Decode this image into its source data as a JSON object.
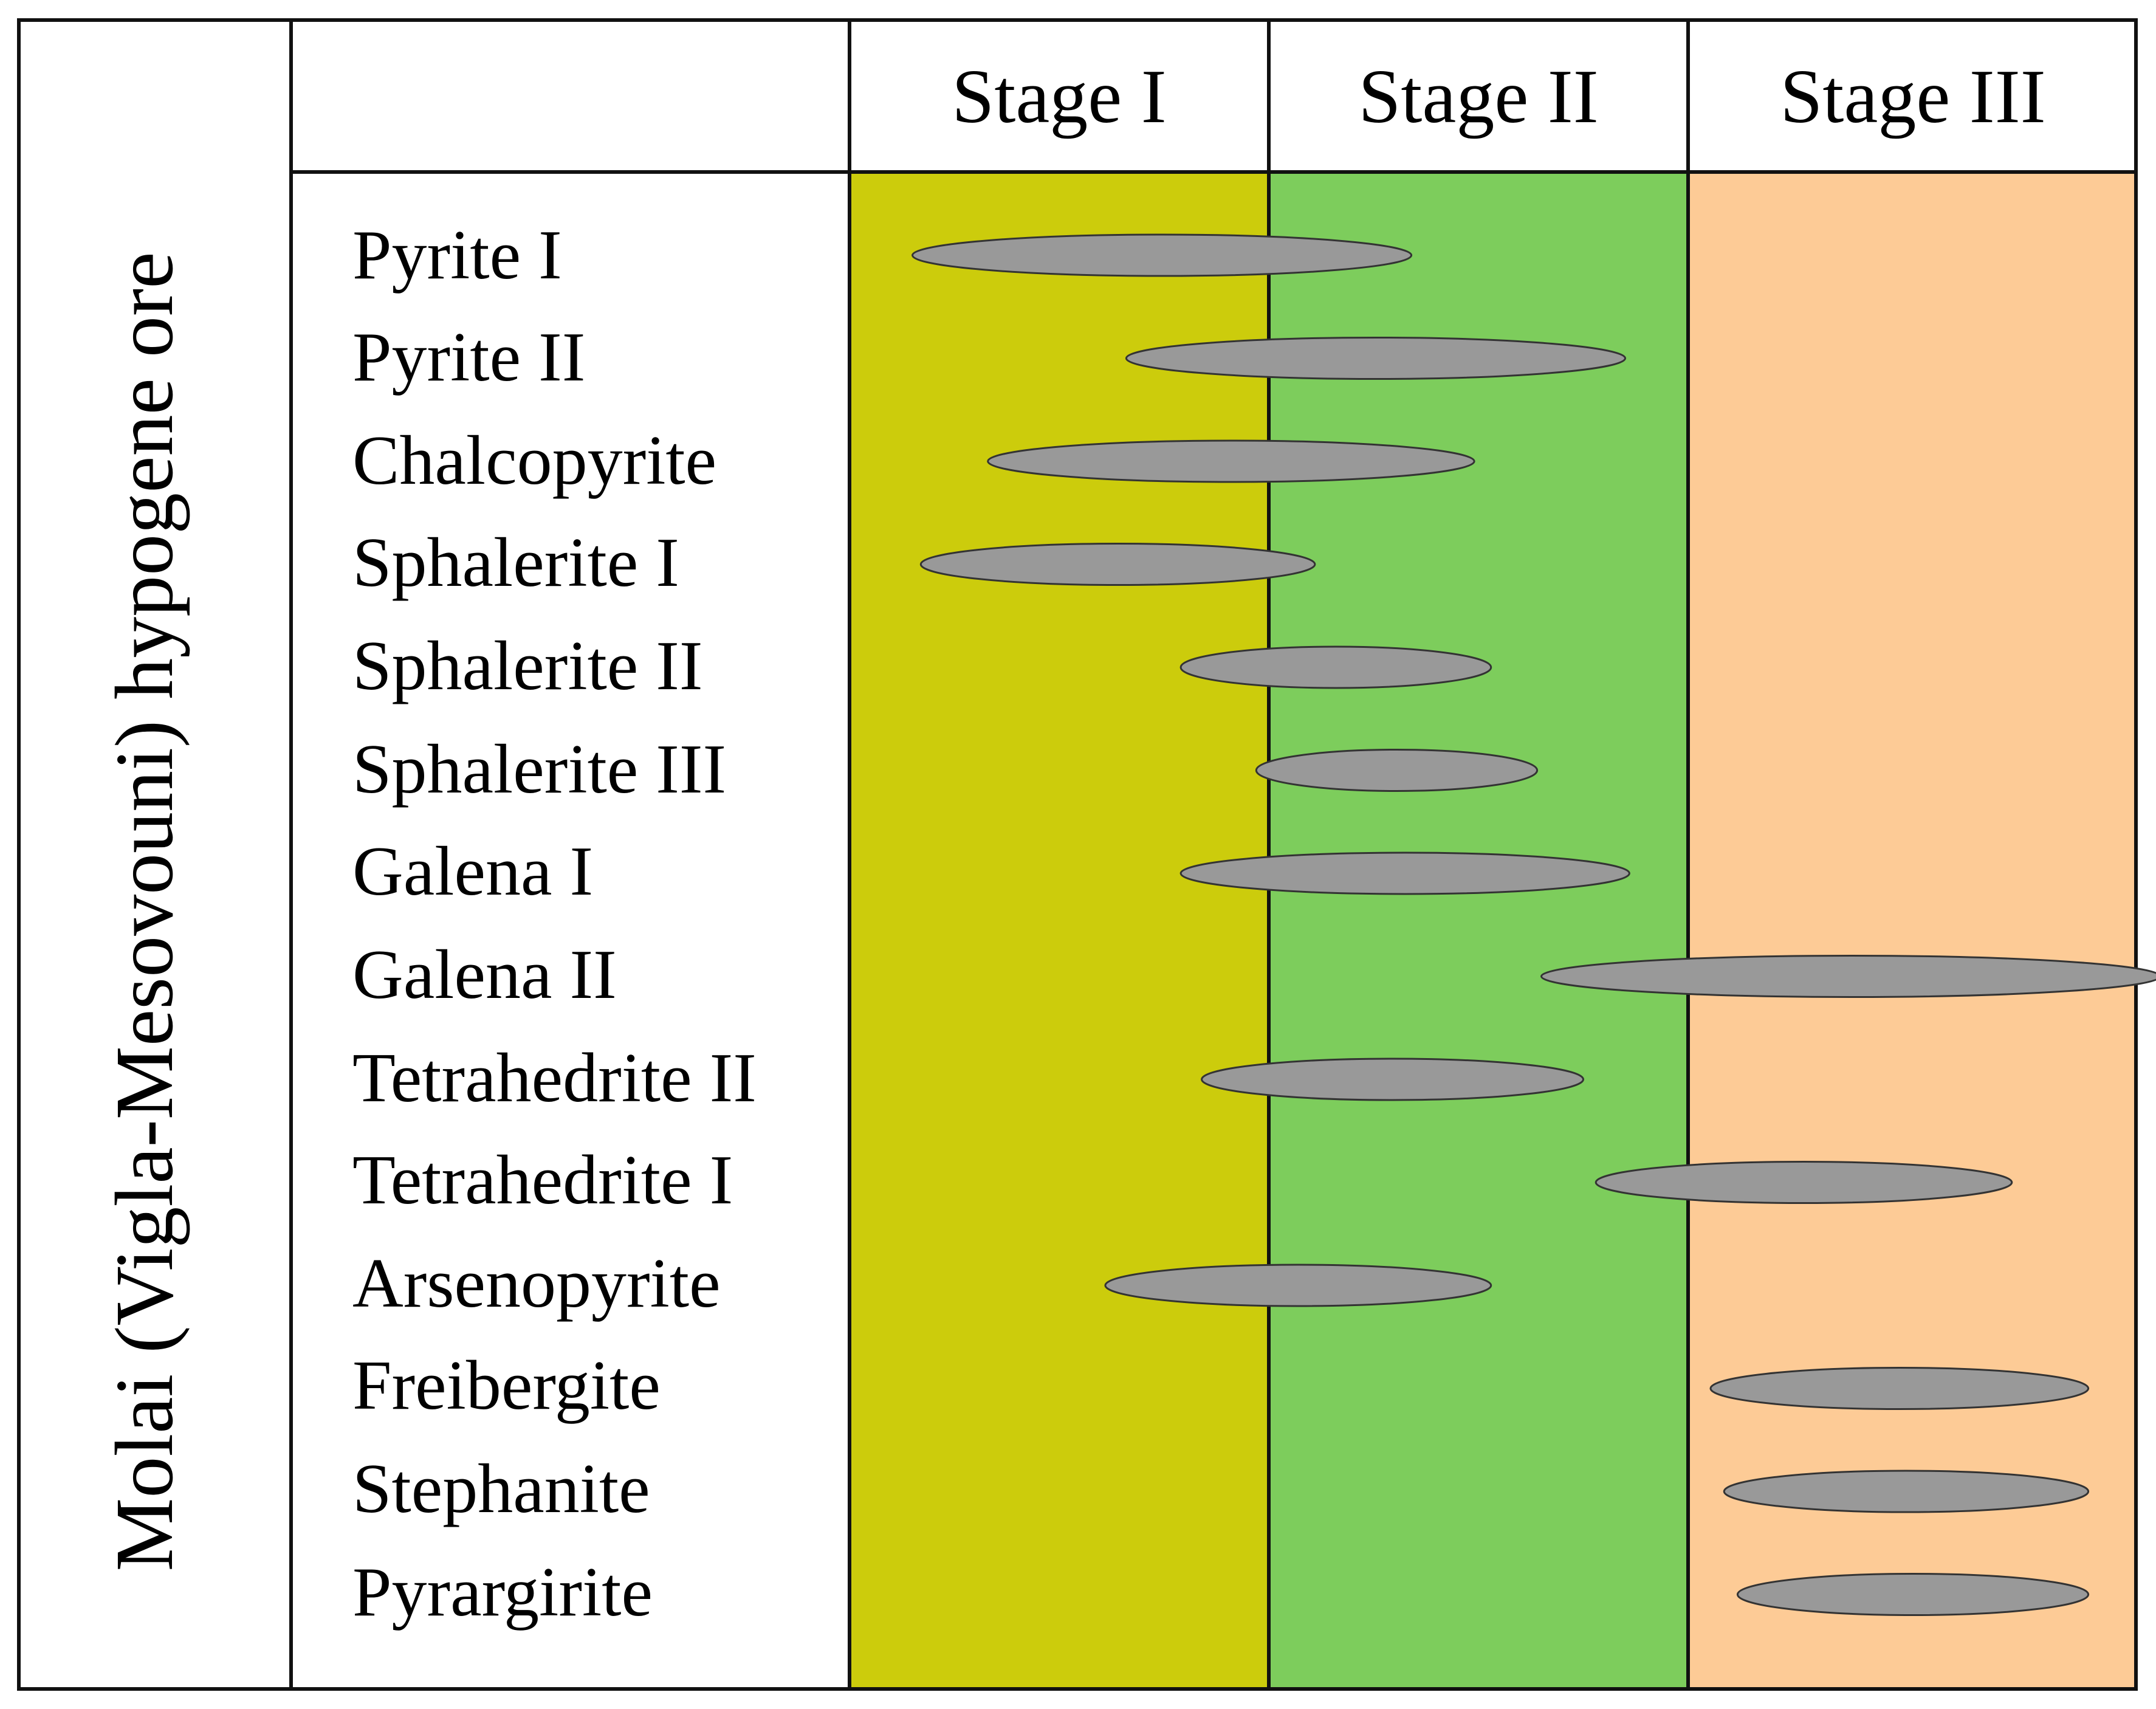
{
  "title": "Molai (Vigla-Mesovouni) hypogene ore",
  "stages": [
    {
      "label": "Stage I",
      "color": "#cccc0c"
    },
    {
      "label": "Stage II",
      "color": "#7dcd5c"
    },
    {
      "label": "Stage III",
      "color": "#fdcb96"
    }
  ],
  "bar_color": "#999999",
  "minerals": [
    {
      "name": "Pyrite I",
      "start": 0.15,
      "end": 1.34
    },
    {
      "name": "Pyrite II",
      "start": 0.66,
      "end": 1.85
    },
    {
      "name": "Chalcopyrite",
      "start": 0.33,
      "end": 1.49
    },
    {
      "name": "Sphalerite I",
      "start": 0.17,
      "end": 1.11
    },
    {
      "name": "Sphalerite II",
      "start": 0.79,
      "end": 1.53
    },
    {
      "name": "Sphalerite III",
      "start": 0.97,
      "end": 1.64
    },
    {
      "name": "Galena I",
      "start": 0.79,
      "end": 1.86
    },
    {
      "name": "Galena II",
      "start": 1.65,
      "end": 3.05
    },
    {
      "name": "Tetrahedrite II",
      "start": 0.84,
      "end": 1.75
    },
    {
      "name": "Tetrahedrite I",
      "start": 1.78,
      "end": 2.72
    },
    {
      "name": "Arsenopyrite",
      "start": 0.61,
      "end": 1.53
    },
    {
      "name": "Freibergite",
      "start": 2.05,
      "end": 2.89
    },
    {
      "name": "Stephanite",
      "start": 2.08,
      "end": 2.89
    },
    {
      "name": "Pyrargirite",
      "start": 2.11,
      "end": 2.89
    }
  ]
}
